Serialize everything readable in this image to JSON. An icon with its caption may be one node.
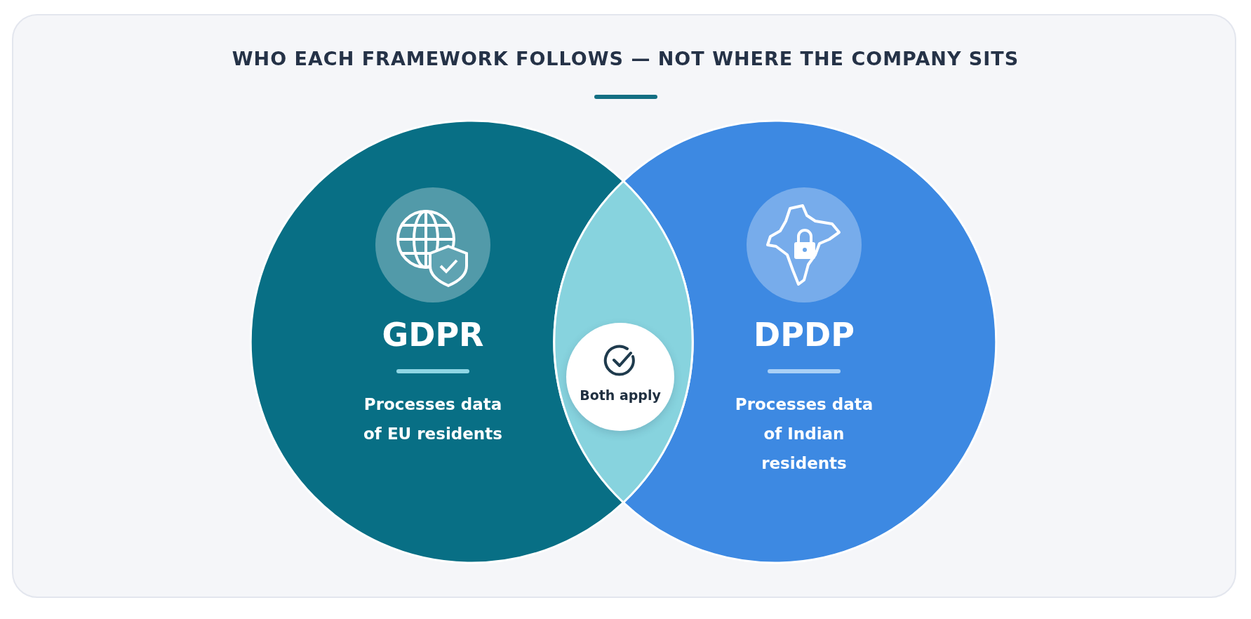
{
  "diagram": {
    "title": "WHO EACH FRAMEWORK FOLLOWS — NOT WHERE THE COMPANY SITS",
    "nodes": [
      {
        "text": [
          "GDPR",
          "Processes data of EU residents"
        ]
      },
      {
        "text": [
          "DPDP",
          "Processes data of Indian residents"
        ]
      },
      {
        "text": [
          "Both apply"
        ]
      }
    ]
  }
}
